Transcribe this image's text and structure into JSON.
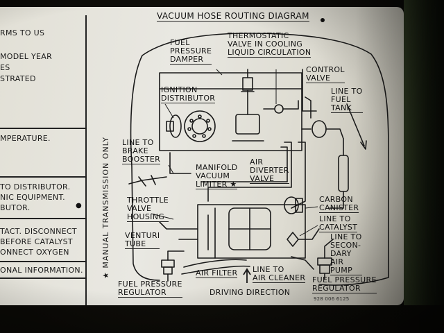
{
  "left_column": {
    "lines": [
      "RMS TO US",
      "MODEL YEAR",
      "ES",
      "STRATED",
      "MPERATURE.",
      " TO DISTRIBUTOR.",
      "NIC EQUIPMENT.",
      "BUTOR.",
      "TACT. DISCONNECT",
      " BEFORE CATALYST",
      "ONNECT OXYGEN",
      "ONAL INFORMATION."
    ]
  },
  "vertical_label": "★ MANUAL TRANSMISSION ONLY",
  "diagram": {
    "title": "VACUUM HOSE ROUTING DIAGRAM",
    "labels": {
      "fuel_pressure_damper": [
        "FUEL",
        "PRESSURE",
        "DAMPER"
      ],
      "thermostatic_valve": [
        "THERMOSTATIC",
        "VALVE IN COOLING",
        "LIQUID CIRCULATION"
      ],
      "control_valve": [
        "CONTROL",
        "VALVE"
      ],
      "line_to_fuel_tank": [
        "LINE TO",
        "FUEL",
        "TANK"
      ],
      "ignition_distributor": [
        "IGNITION",
        "DISTRIBUTOR"
      ],
      "line_to_brake_booster": [
        "LINE TO",
        "BRAKE",
        "BOOSTER"
      ],
      "manifold_vacuum_limiter": [
        "MANIFOLD",
        "VACUUM",
        "LIMITER ★"
      ],
      "air_diverter_valve": [
        "AIR",
        "DIVERTER",
        "VALVE"
      ],
      "throttle_valve_housing": [
        "THROTTLE",
        "VALVE",
        "HOUSING"
      ],
      "carbon_canister": [
        "CARBON",
        "CANISTER"
      ],
      "line_to_catalyst": [
        "LINE TO",
        "CATALYST"
      ],
      "venturi_tube": [
        "VENTURI",
        "TUBE"
      ],
      "line_to_secondary_air_pump": [
        "LINE TO",
        "SECON-",
        "DARY",
        "AIR",
        "PUMP"
      ],
      "air_filter": "AIR FILTER",
      "line_to_air_cleaner": [
        "LINE TO",
        "AIR CLEANER"
      ],
      "fuel_pressure_regulator_left": [
        "FUEL PRESSURE",
        "REGULATOR"
      ],
      "fuel_pressure_regulator_right": [
        "FUEL PRESSURE",
        "REGULATOR"
      ],
      "driving_direction": "DRIVING  DIRECTION"
    },
    "part_number": "928 006 6125"
  }
}
